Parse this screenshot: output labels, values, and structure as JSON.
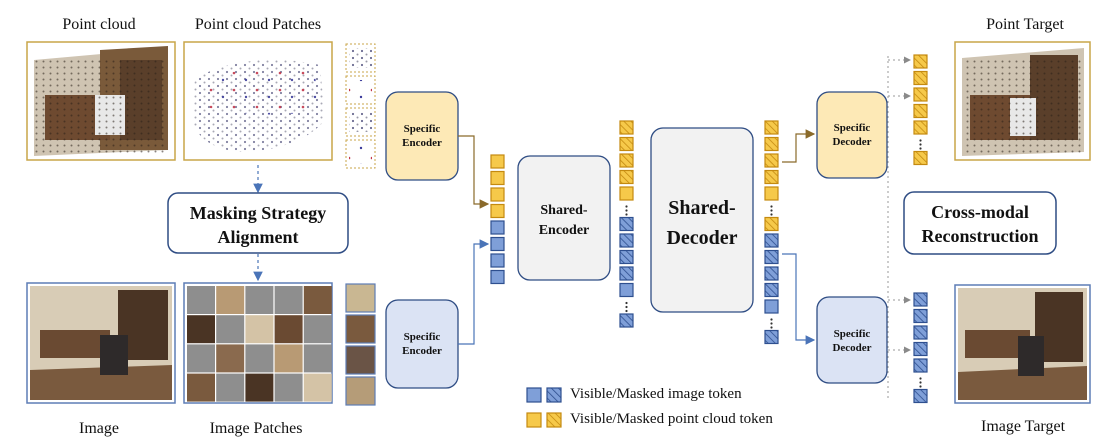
{
  "captions": {
    "point_cloud": "Point cloud",
    "point_cloud_patches": "Point cloud Patches",
    "image": "Image",
    "image_patches": "Image Patches",
    "point_target": "Point Target",
    "image_target": "Image Target"
  },
  "boxes": {
    "masking_line1": "Masking Strategy",
    "masking_line2": "Alignment",
    "specific_word": "Specific",
    "encoder_word": "Encoder",
    "decoder_word": "Decoder",
    "shared_encoder_line1": "Shared-",
    "shared_encoder_line2": "Encoder",
    "shared_decoder_line1": "Shared-",
    "shared_decoder_line2": "Decoder",
    "cross_modal_line1": "Cross-modal",
    "cross_modal_line2": "Reconstruction"
  },
  "legend": {
    "image_token": "Visible/Masked image token",
    "point_token": "Visible/Masked point cloud token"
  },
  "colors": {
    "point_token": "#f6c94a",
    "point_token_border": "#c48a10",
    "image_token": "#7f9fd8",
    "image_token_border": "#2e4f8f",
    "yellow_box_fill": "#fde9b6",
    "yellow_box_border": "#2f4d84",
    "blue_box_fill": "#dbe3f4",
    "shared_box_fill": "#f2f2f2",
    "frame_point": "#c8a548",
    "frame_image": "#5d7db5",
    "arrow_blue": "#4a74b8",
    "arrow_brown": "#8a6a2a"
  }
}
